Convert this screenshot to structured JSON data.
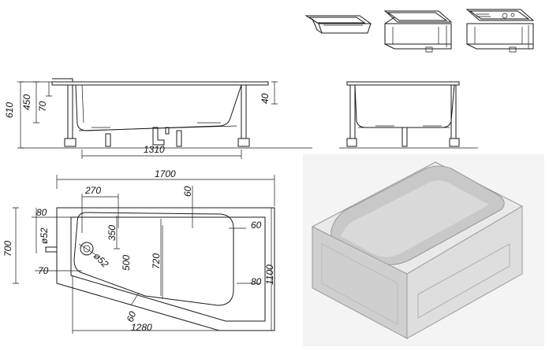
{
  "side_view": {
    "dims": {
      "total_height": "610",
      "rim_height": "450",
      "rim_depth": "70",
      "panel_offset": "40",
      "drain_spacing": "1310"
    }
  },
  "plan_view": {
    "dims": {
      "length": "1700",
      "offset_270": "270",
      "rim_60_top": "60",
      "rim_60_right": "60",
      "left_80": "80",
      "drain_diameter": "ø52",
      "depth_350": "350",
      "depth_500": "500",
      "width_700": "700",
      "angle_diameter": "ø52",
      "inner_720": "720",
      "left_70": "70",
      "right_80": "80",
      "total_1100": "1100",
      "rim_60_bottom": "60",
      "bottom_1280": "1280"
    }
  },
  "colors": {
    "render_light": "#e9e9e9",
    "render_mid": "#c8c8c8",
    "render_dark": "#9a9a9a"
  }
}
